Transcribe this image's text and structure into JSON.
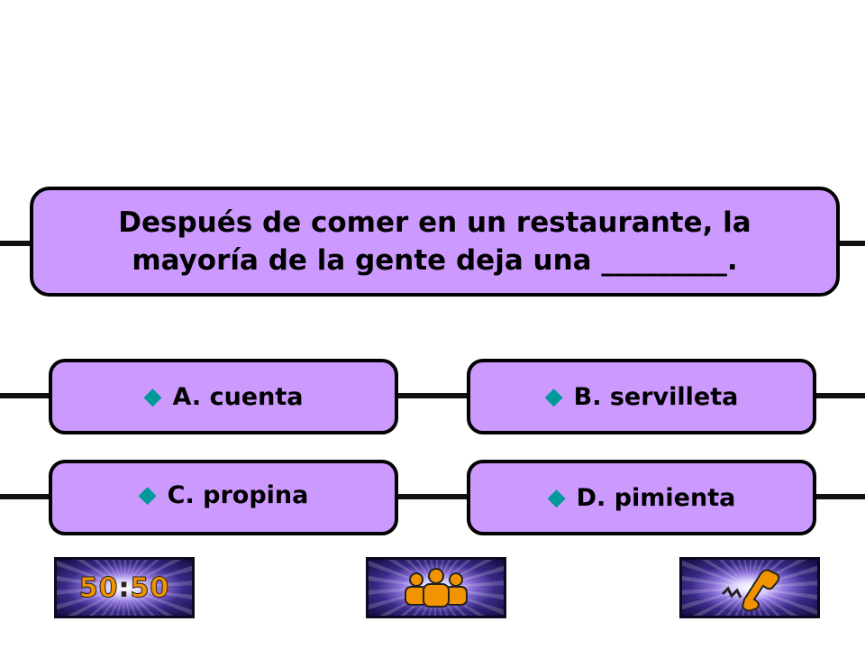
{
  "question": {
    "text": "Después de comer en un restaurante, la mayoría de la gente deja una _________."
  },
  "answers": [
    {
      "letter_label": "A. cuenta"
    },
    {
      "letter_label": "B. servilleta"
    },
    {
      "letter_label": "C. propina"
    },
    {
      "letter_label": "D. pimienta"
    }
  ],
  "lifelines": {
    "fifty_fifty_left": "50",
    "fifty_fifty_sep": ":",
    "fifty_fifty_right": "50",
    "audience_icon": "audience-icon",
    "phone_icon": "phone-a-friend-icon"
  },
  "colors": {
    "box_fill": "#cc99ff",
    "border": "#000000",
    "diamond": "#009999",
    "lifeline_orange": "#f29400"
  }
}
